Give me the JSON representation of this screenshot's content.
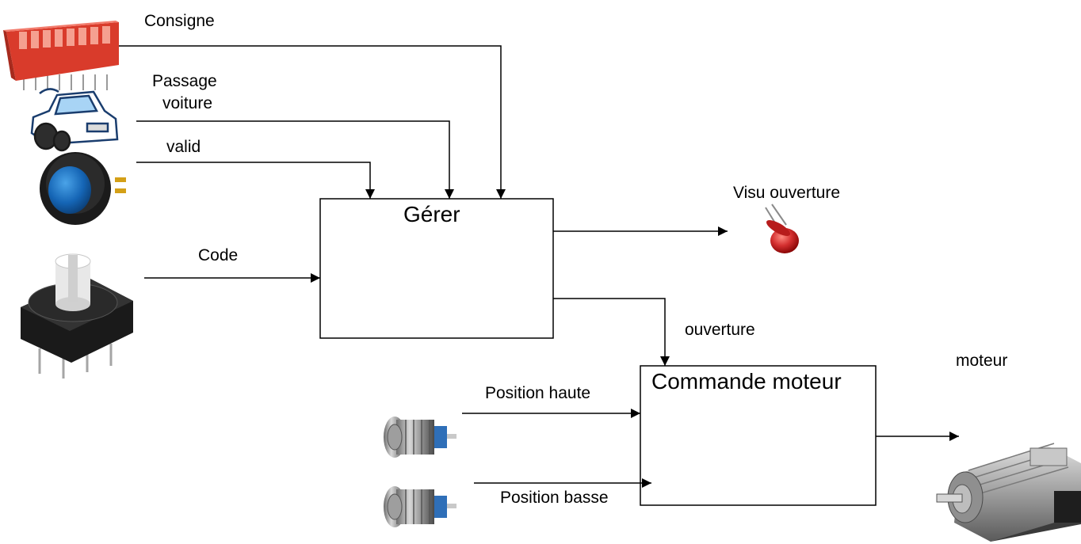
{
  "blocks": {
    "gerer": "Gérer",
    "commande_moteur": "Commande moteur"
  },
  "signals": {
    "consigne": "Consigne",
    "passage_voiture": [
      "Passage",
      "voiture"
    ],
    "valid": "valid",
    "code": "Code",
    "visu_ouverture": "Visu ouverture",
    "ouverture": "ouverture",
    "position_haute": "Position haute",
    "position_basse": "Position basse",
    "moteur": "moteur"
  },
  "icons": [
    "dip-switch-icon",
    "car-icon",
    "push-button-icon",
    "rotary-coder-icon",
    "led-icon",
    "limit-switch-high-icon",
    "limit-switch-low-icon",
    "motor-icon"
  ]
}
